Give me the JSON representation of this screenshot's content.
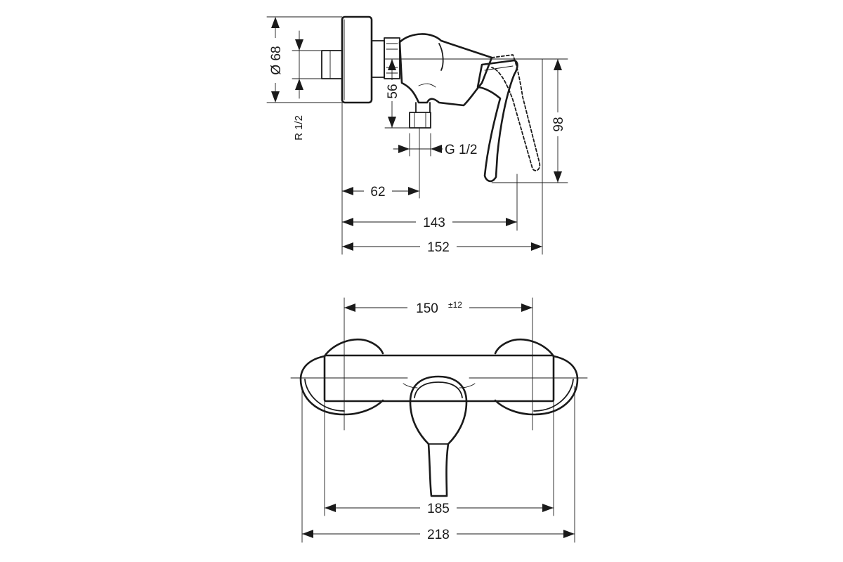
{
  "diagram": {
    "side_view": {
      "dim_diameter": "Ø 68",
      "dim_thread_r": "R 1/2",
      "dim_height_56": "56",
      "dim_thread_g": "G 1/2",
      "dim_depth_62": "62",
      "dim_depth_143": "143",
      "dim_depth_152": "152",
      "dim_height_98": "98"
    },
    "front_view": {
      "dim_spacing": "150",
      "dim_spacing_tol": "±12",
      "dim_width_185": "185",
      "dim_width_218": "218"
    }
  }
}
